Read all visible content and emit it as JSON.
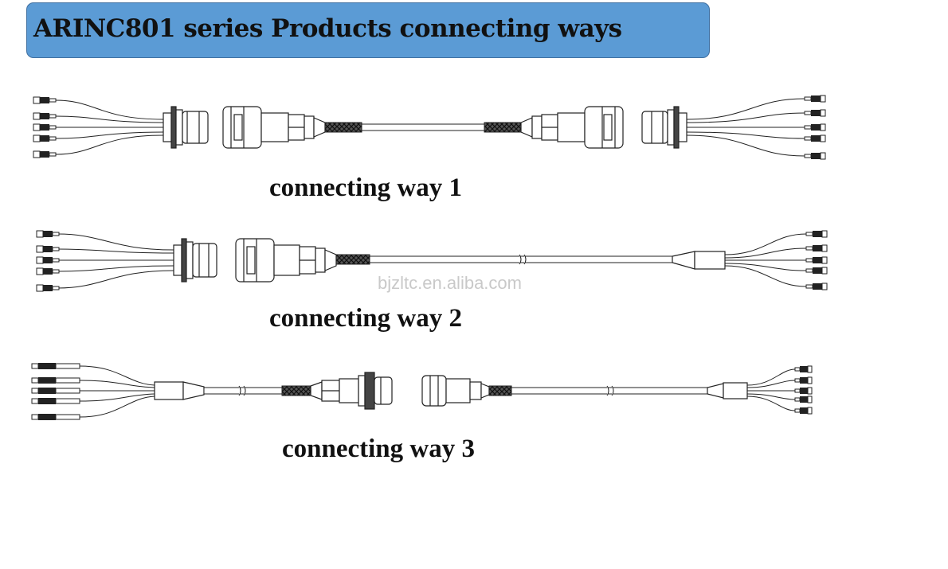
{
  "header": {
    "title": "ARINC801 series Products connecting ways"
  },
  "captions": {
    "way1": "connecting way 1",
    "way2": "connecting way 2",
    "way3": "connecting way 3"
  },
  "watermark": "bjzltc.en.aliba.com",
  "colors": {
    "banner": "#5b9bd5",
    "line": "#222222"
  }
}
